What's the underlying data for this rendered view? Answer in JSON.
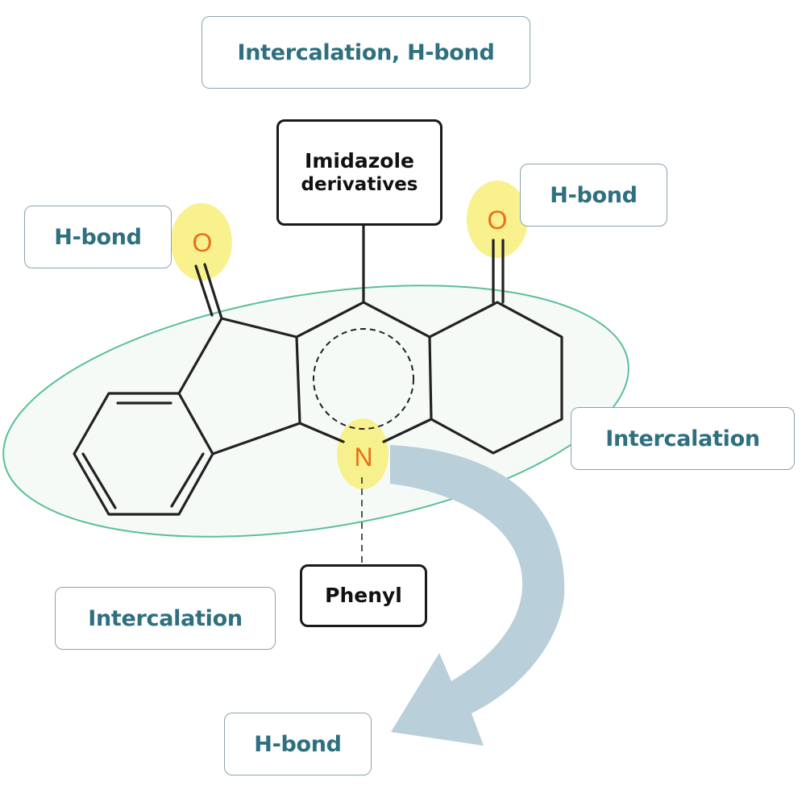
{
  "labels": {
    "top": "Intercalation, H-bond",
    "left_hbond": "H-bond",
    "right_hbond": "H-bond",
    "right_intercalation": "Intercalation",
    "left_intercalation": "Intercalation",
    "bottom_hbond": "H-bond"
  },
  "substituents": {
    "imidazole_line1": "Imidazole",
    "imidazole_line2": "derivatives",
    "phenyl": "Phenyl"
  },
  "atoms": {
    "oxygen_left": "O",
    "oxygen_right": "O",
    "nitrogen": "N"
  },
  "colors": {
    "label_text": "#2e6f80",
    "label_border": "#8aa3ad",
    "bond": "#222222",
    "heteroatom": "#e8701a",
    "highlight": "#f7ef7a",
    "ellipse": "#5cbf96",
    "arrow": "#b9cfd9"
  }
}
